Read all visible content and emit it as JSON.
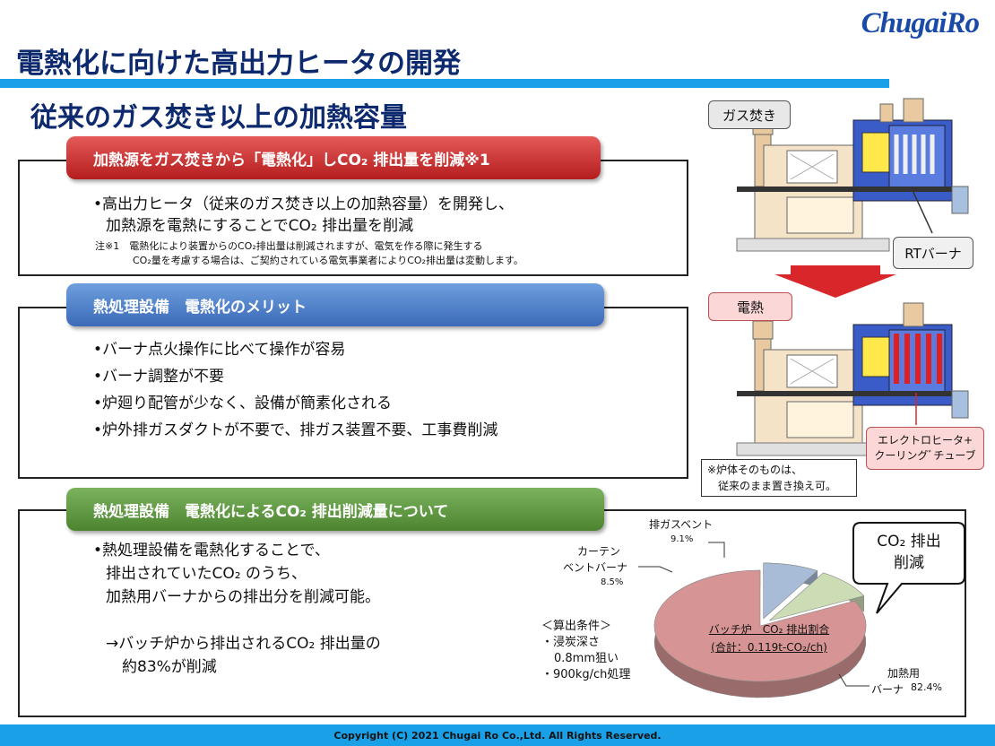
{
  "header": {
    "logo": "ChugaiRo",
    "title": "電熱化に向けた高出力ヒータの開発",
    "subtitle": "従来のガス焚き以上の加熱容量"
  },
  "section1": {
    "heading": "加熱源をガス焚きから「電熱化」しCO₂ 排出量を削減※1",
    "lines": [
      "•高出力ヒータ（従来のガス焚き以上の加熱容量）を開発し、",
      "加熱源を電熱にすることでCO₂ 排出量を削減"
    ],
    "note_lines": [
      "注※1　電熱化により装置からのCO₂排出量は削減されますが、電気を作る際に発生する",
      "CO₂量を考慮する場合は、ご契約されている電気事業者によりCO₂排出量は変動します。"
    ]
  },
  "section2": {
    "heading": "熱処理設備　電熱化のメリット",
    "items": [
      "•バーナ点火操作に比べて操作が容易",
      "•バーナ調整が不要",
      "•炉廻り配管が少なく、設備が簡素化される",
      "•炉外排ガスダクトが不要で、排ガス装置不要、工事費削減"
    ]
  },
  "section3": {
    "heading": "熱処理設備　電熱化によるCO₂ 排出削減量について",
    "lines": [
      "•熱処理設備を電熱化することで、",
      "排出されていたCO₂ のうち、",
      "加熱用バーナからの排出分を削減可能。"
    ],
    "result_lines": [
      "→バッチ炉から排出されるCO₂ 排出量の",
      "約83%が削減"
    ],
    "conditions": [
      "＜算出条件＞",
      "・浸炭深さ",
      "0.8mm狙い",
      "・900kg/ch処理"
    ]
  },
  "diagram": {
    "gas_label": "ガス焚き",
    "rt_label": "RTバーナ",
    "electric_label": "電熱",
    "heater_label_lines": [
      "エレクトロヒータ+",
      "クーリングﾞチューブ"
    ],
    "note_lines": [
      "※炉体そのものは、",
      "従来のまま置き換え可。"
    ]
  },
  "callout": {
    "lines": [
      "CO₂ 排出",
      "削減"
    ]
  },
  "chart_data": {
    "type": "pie",
    "title_lines": [
      "バッチ炉　CO₂ 排出割合",
      "(合計：0.119t-CO₂/ch)"
    ],
    "slices": [
      {
        "label_lines": [
          "加熱用",
          "バーナ"
        ],
        "value": 82.4,
        "value_label": "82.4%",
        "color": "#d69594"
      },
      {
        "label_lines": [
          "カーテン",
          "ベントバーナ"
        ],
        "value": 8.5,
        "value_label": "8.5%",
        "color": "#a8bcd8"
      },
      {
        "label_lines": [
          "排ガスベント"
        ],
        "value": 9.1,
        "value_label": "9.1%",
        "color": "#ccdcb4"
      }
    ]
  },
  "footer": {
    "copyright": "Copyright (C) 2021 Chugai Ro Co.,Ltd. All Rights Reserved."
  }
}
